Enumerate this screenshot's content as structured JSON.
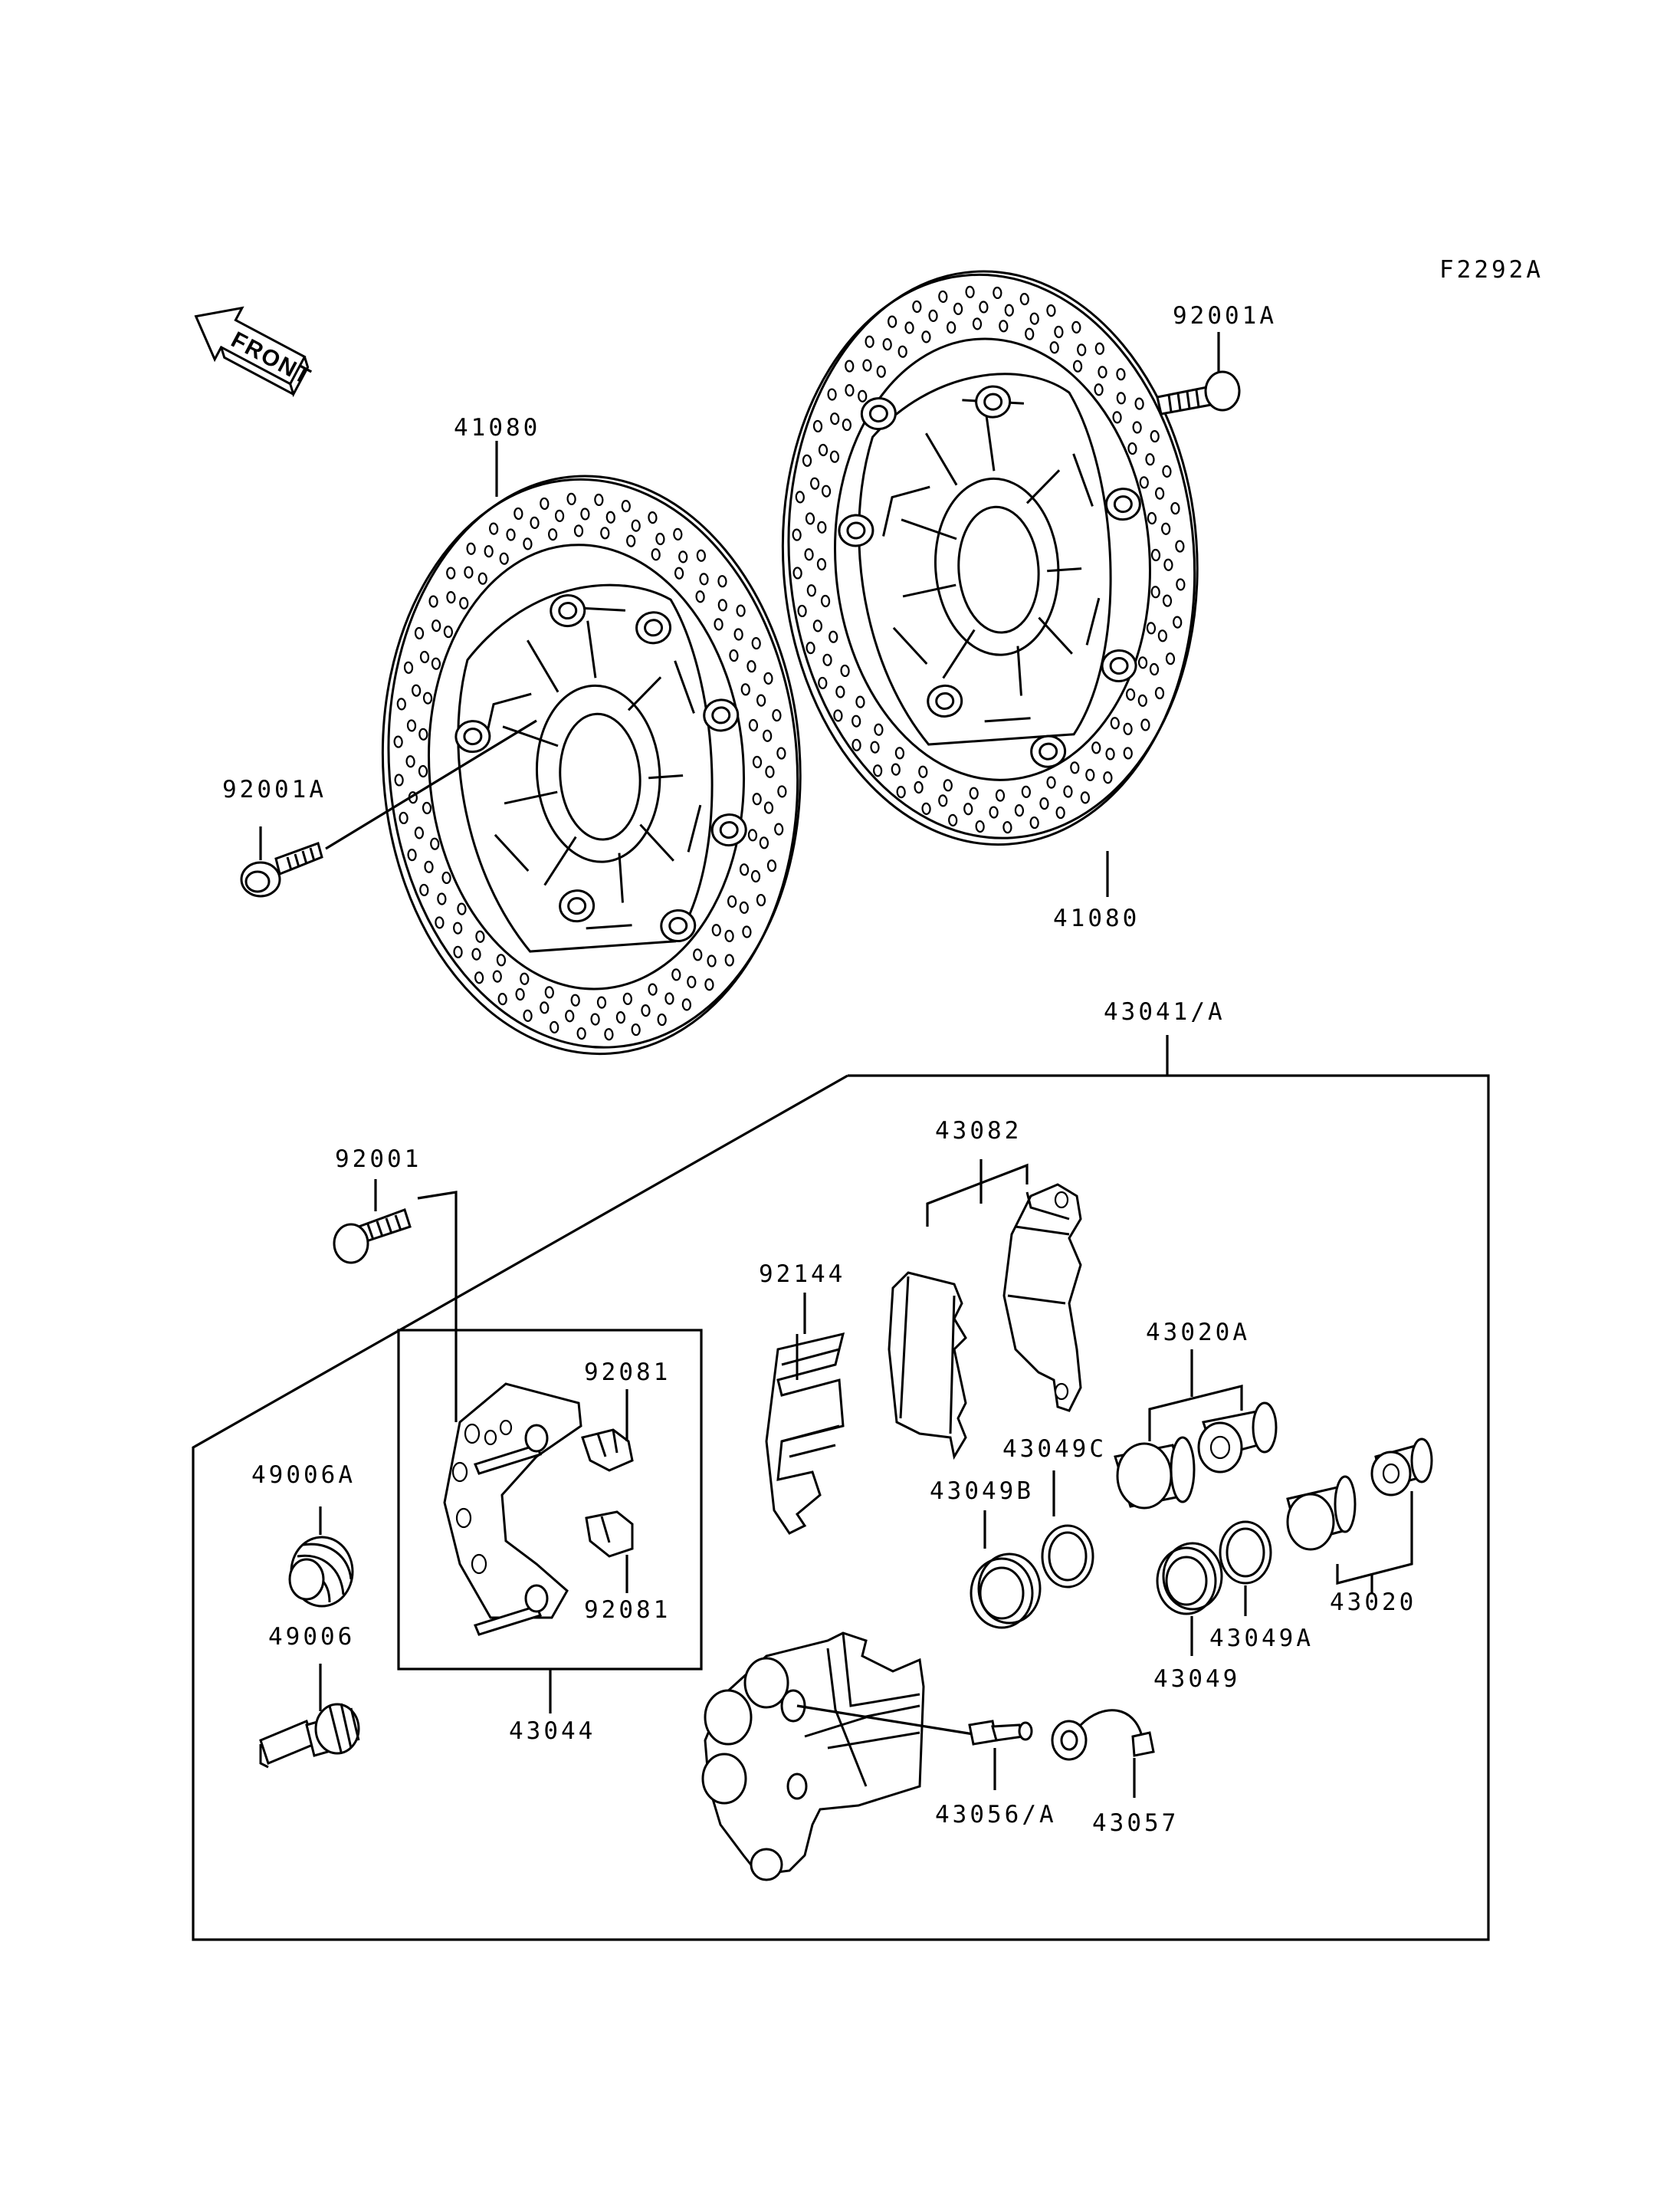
{
  "diagram_code": "F2292A",
  "front_label": "FRONT",
  "labels": {
    "bolt_disc_left": "92001A",
    "bolt_disc_right": "92001A",
    "disc_left": "41080",
    "disc_right": "41080",
    "caliper_assy": "43041/A",
    "caliper_bolt": "92001",
    "pads": "43082",
    "pad_spring": "92144",
    "bracket_assy": "43044",
    "bracket_clip_top": "92081",
    "bracket_clip_bottom": "92081",
    "boot_a": "49006A",
    "boot_pin": "49006",
    "piston_large": "43020A",
    "piston_small": "43020",
    "seal_c": "43049C",
    "seal_b": "43049B",
    "seal_a": "43049A",
    "seal": "43049",
    "bleeder": "43056/A",
    "bleeder_cap": "43057"
  }
}
